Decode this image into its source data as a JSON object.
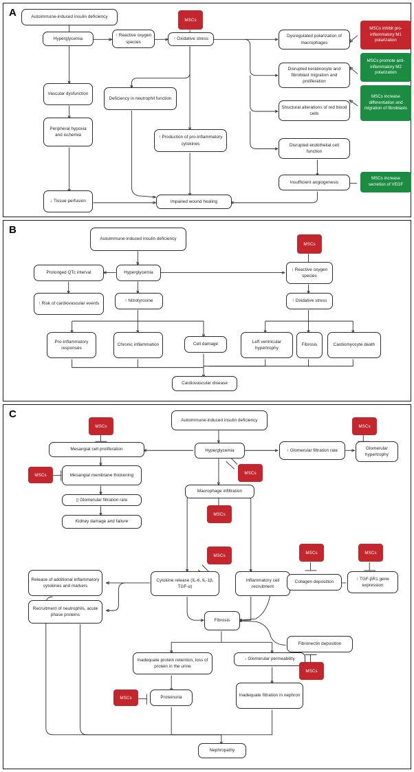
{
  "figure": {
    "panels": [
      {
        "letter": "A",
        "topic": "Impaired wound healing",
        "nodes": [
          {
            "id": "a_insulin",
            "label": "Autoimmune-induced insulin deficiency"
          },
          {
            "id": "a_hyper",
            "label": "Hyperglycemia"
          },
          {
            "id": "a_ros",
            "label": "↑ Reactive oxygen species"
          },
          {
            "id": "a_ox",
            "label": "↑ Oxidative stress"
          },
          {
            "id": "a_vasc",
            "label": "Vascular dysfunction"
          },
          {
            "id": "a_neutro",
            "label": "Deficiency in neutrophil function"
          },
          {
            "id": "a_hypoxia",
            "label": "Peripheral hypoxia and ischemia"
          },
          {
            "id": "a_cytok",
            "label": "↑ Production of pro-inflammatory cytokines"
          },
          {
            "id": "a_perf",
            "label": "↓ Tissue perfusion"
          },
          {
            "id": "a_wound",
            "label": "Impaired wound healing"
          },
          {
            "id": "a_macro",
            "label": "Dysregulated polarization of macrophages"
          },
          {
            "id": "a_kerat",
            "label": "Disrupted keratinocyte and fibroblast migration and proliferation"
          },
          {
            "id": "a_rbc",
            "label": "Structural alterations of red blood cells"
          },
          {
            "id": "a_endo",
            "label": "Disrupted endothelial cell function"
          },
          {
            "id": "a_angio",
            "label": "Insufficient angiogenesis"
          }
        ],
        "msc_pills": [
          {
            "id": "a_msc1",
            "label": "MSCs",
            "target": "a_ox"
          }
        ],
        "callouts": [
          {
            "id": "a_c1",
            "label": "MSCs inhibit pro-inflammatory M1 polarization",
            "color": "red",
            "target": "a_macro"
          },
          {
            "id": "a_c2",
            "label": "MSCs promote anti-inflammatory M2 polarization",
            "color": "green",
            "target": "a_macro"
          },
          {
            "id": "a_c3",
            "label": "MSCs increase differentiation and migration of fibroblasts",
            "color": "green",
            "target": "a_kerat"
          },
          {
            "id": "a_c4",
            "label": "MSCs increase secretion of VEGF",
            "color": "green",
            "target": "a_angio"
          }
        ]
      },
      {
        "letter": "B",
        "topic": "Cardiovascular disease",
        "nodes": [
          {
            "id": "b_insulin",
            "label": "Autoimmune-induced insulin deficiency"
          },
          {
            "id": "b_qtc",
            "label": "Prolonged QTc interval"
          },
          {
            "id": "b_hyper",
            "label": "Hyperglycemia"
          },
          {
            "id": "b_ros",
            "label": "↑ Reactive oxygen species"
          },
          {
            "id": "b_risk",
            "label": "↑ Risk of cardiovascular events"
          },
          {
            "id": "b_nitro",
            "label": "↑ Nitrotyrosine"
          },
          {
            "id": "b_ox",
            "label": "↑ Oxidative stress"
          },
          {
            "id": "b_proinf",
            "label": "Pro-inflammatory responses"
          },
          {
            "id": "b_chronic",
            "label": "Chronic inflammation"
          },
          {
            "id": "b_celldmg",
            "label": "Cell damage"
          },
          {
            "id": "b_lvh",
            "label": "Left ventricular hypertrophy"
          },
          {
            "id": "b_fibrosis",
            "label": "Fibrosis"
          },
          {
            "id": "b_cardio",
            "label": "Cardiomyocyte death"
          },
          {
            "id": "b_cvd",
            "label": "Cardiovascular disease"
          }
        ],
        "msc_pills": [
          {
            "id": "b_msc1",
            "label": "MSCs",
            "target": "b_ros"
          }
        ],
        "callouts": []
      },
      {
        "letter": "C",
        "topic": "Nephropathy",
        "nodes": [
          {
            "id": "c_insulin",
            "label": "Autoimmune-induced insulin deficiency"
          },
          {
            "id": "c_mesang",
            "label": "Mesangial cell proliferation"
          },
          {
            "id": "c_hyper",
            "label": "Hyperglycemia"
          },
          {
            "id": "c_gfr_up",
            "label": "↑ Glomerular filtration rate"
          },
          {
            "id": "c_glomhyp",
            "label": "Glomerular hypertrophy"
          },
          {
            "id": "c_memb",
            "label": "Mesangial membrane thickening"
          },
          {
            "id": "c_gfr_dn",
            "label": "▯ Glomerular filtration rate"
          },
          {
            "id": "c_kidney",
            "label": "Kidney damage and failure"
          },
          {
            "id": "c_macro",
            "label": "Macrophage infiltration"
          },
          {
            "id": "c_release",
            "label": "Release of additional inflammatory cytokines and markers"
          },
          {
            "id": "c_cytok",
            "label": "Cytokine release (IL-6, IL-1β, TGF-α)"
          },
          {
            "id": "c_inflcell",
            "label": "Inflammatory cell recruitment"
          },
          {
            "id": "c_recruit",
            "label": "Recruitment of neutrophils, acute phase proteins"
          },
          {
            "id": "c_fibrosis",
            "label": "Fibrosis"
          },
          {
            "id": "c_collagen",
            "label": "Collagen deposition"
          },
          {
            "id": "c_tgf",
            "label": "↑ TGF-βR1 gene expression"
          },
          {
            "id": "c_fibronectin",
            "label": "Fibronectin deposition"
          },
          {
            "id": "c_protein",
            "label": "Inadequate protein retention, loss of protein in the urine"
          },
          {
            "id": "c_perm",
            "label": "↓ Glomerular permeability"
          },
          {
            "id": "c_proteinuria",
            "label": "Proteinuria"
          },
          {
            "id": "c_nephron",
            "label": "Inadequate filtration in nephron"
          },
          {
            "id": "c_nephropathy",
            "label": "Nephropathy"
          }
        ],
        "msc_pills": [
          {
            "id": "c_msc1",
            "label": "MSCs",
            "target": "c_mesang"
          },
          {
            "id": "c_msc2",
            "label": "MSCs",
            "target": "c_glomhyp"
          },
          {
            "id": "c_msc3",
            "label": "MSCs",
            "target": "c_memb"
          },
          {
            "id": "c_msc4",
            "label": "MSCs",
            "target": "c_hyper"
          },
          {
            "id": "c_msc5",
            "label": "MSCs",
            "target": "c_macro"
          },
          {
            "id": "c_msc6",
            "label": "MSCs",
            "target": "c_cytok"
          },
          {
            "id": "c_msc7",
            "label": "MSCs",
            "target": "c_collagen"
          },
          {
            "id": "c_msc8",
            "label": "MSCs",
            "target": "c_tgf"
          },
          {
            "id": "c_msc9",
            "label": "MSCs",
            "target": "c_fibronectin"
          },
          {
            "id": "c_msc10",
            "label": "MSCs",
            "target": "c_proteinuria"
          }
        ],
        "callouts": []
      }
    ],
    "colors": {
      "msc_red": "#c4262e",
      "promote_green": "#1c8c43",
      "node_border": "#2b2b2b",
      "text": "#1a1a1a",
      "background": "#ffffff"
    }
  }
}
